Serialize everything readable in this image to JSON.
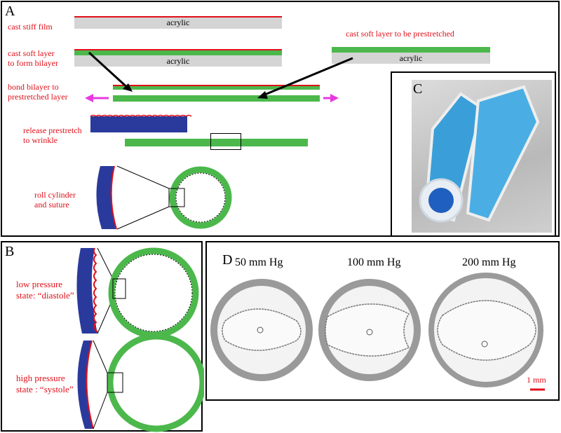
{
  "panelA": {
    "label": "A",
    "steps": {
      "cast_stiff_film": "cast stiff film",
      "cast_soft_layer_line1": "cast soft layer",
      "cast_soft_layer_line2": "to form bilayer",
      "cast_prestretch": "cast soft layer to be prestretched",
      "bond_line1": "bond bilayer to",
      "bond_line2": "prestretched layer",
      "release_line1": "release prestretch",
      "release_line2": "to wrinkle",
      "roll_line1": "roll cylinder",
      "roll_line2": "and suture"
    },
    "substrate_label": "acrylic"
  },
  "panelB": {
    "label": "B",
    "low_line1": "low pressure",
    "low_line2": "state: “diastole”",
    "high_line1": "high pressure",
    "high_line2": "state : “systole”"
  },
  "panelC": {
    "label": "C"
  },
  "panelD": {
    "label": "D",
    "pressures": [
      "50 mm Hg",
      "100 mm Hg",
      "200 mm Hg"
    ],
    "scale_label": "1 mm"
  },
  "colors": {
    "green": "#4cb84c",
    "red": "#e0101a",
    "blue": "#2a3a9c",
    "magenta": "#e838e0",
    "acrylic": "#d4d4d4"
  }
}
